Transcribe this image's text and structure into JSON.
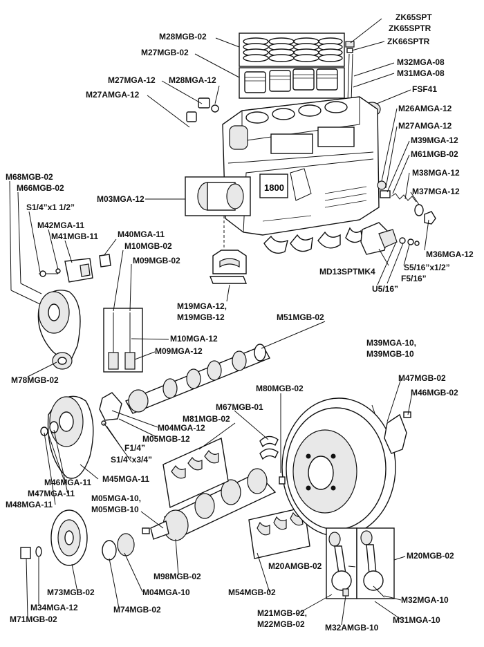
{
  "labels": {
    "zk65spt": "ZK65SPT",
    "zk65sptr": "ZK65SPTR",
    "zk66sptr": "ZK66SPTR",
    "m28mgb02": "M28MGB-02",
    "m27mgb02": "M27MGB-02",
    "m32mga08": "M32MGA-08",
    "m31mga08": "M31MGA-08",
    "m27mga12": "M27MGA-12",
    "m28mga12": "M28MGA-12",
    "m27amga12_top": "M27AMGA-12",
    "fsf41": "FSF41",
    "m26amga12": "M26AMGA-12",
    "m27amga12_right": "M27AMGA-12",
    "m39mga12": "M39MGA-12",
    "m61mgb02": "M61MGB-02",
    "m38mga12": "M38MGA-12",
    "m37mga12": "M37MGA-12",
    "m68mgb02": "M68MGB-02",
    "m66mgb02": "M66MGB-02",
    "m03mga12": "M03MGA-12",
    "s1_4x1_1_2": "S1/4”x1 1/2”",
    "m42mga11": "M42MGA-11",
    "m41mgb11": "M41MGB-11",
    "m40mga11": "M40MGA-11",
    "m10mgb02": "M10MGB-02",
    "m09mgb02": "M09MGB-02",
    "md13sptmk4": "MD13SPTMK4",
    "m36mga12": "M36MGA-12",
    "s5_16x1_2": "S5/16”x1/2”",
    "f5_16": "F5/16”",
    "u5_16": "U5/16”",
    "m19mga12": "M19MGA-12,",
    "m19mgb12": "M19MGB-12",
    "m51mgb02": "M51MGB-02",
    "m10mga12": "M10MGA-12",
    "m09mga12": "M09MGA-12",
    "m39mga10": "M39MGA-10,",
    "m39mgb10": "M39MGB-10",
    "m78mgb02": "M78MGB-02",
    "m47mgb02": "M47MGB-02",
    "m80mgb02": "M80MGB-02",
    "m46mgb02": "M46MGB-02",
    "m67mgb01": "M67MGB-01",
    "m81mgb02": "M81MGB-02",
    "m04mga12": "M04MGA-12",
    "m05mgb12": "M05MGB-12",
    "f1_4": "F1/4”",
    "s1_4x3_4": "S1/4”x3/4”",
    "m46mga11": "M46MGA-11",
    "m45mga11": "M45MGA-11",
    "m47mga11": "M47MGA-11",
    "m48mga11": "M48MGA-11",
    "m05mga10": "M05MGA-10,",
    "m05mgb10": "M05MGB-10",
    "m20amgb02": "M20AMGB-02",
    "m20mgb02": "M20MGB-02",
    "m98mgb02": "M98MGB-02",
    "m54mgb02": "M54MGB-02",
    "m73mgb02": "M73MGB-02",
    "m04mga10": "M04MGA-10",
    "m32mga10": "M32MGA-10",
    "m34mga12": "M34MGA-12",
    "m21mgb02": "M21MGB-02,",
    "m22mgb02": "M22MGB-02",
    "m74mgb02": "M74MGB-02",
    "m31mga10": "M31MGA-10",
    "m71mgb02": "M71MGB-02",
    "m32amgb10": "M32AMGB-10"
  },
  "engine_block": {
    "casting_mark": "1800"
  },
  "icons": {
    "engine_block": "engine-block-drawing",
    "flywheel": "flywheel-ring-gear-drawing",
    "crankshaft": "crankshaft-drawing",
    "camshaft": "camshaft-drawing",
    "timing_chain": "timing-chain-and-sprockets-drawing",
    "connecting_rod": "connecting-rod-drawing",
    "pistons_rings": "piston-and-ring-set-drawing",
    "bearings": "bearing-shell-set-drawing",
    "pulley": "crank-pulley-drawing"
  }
}
